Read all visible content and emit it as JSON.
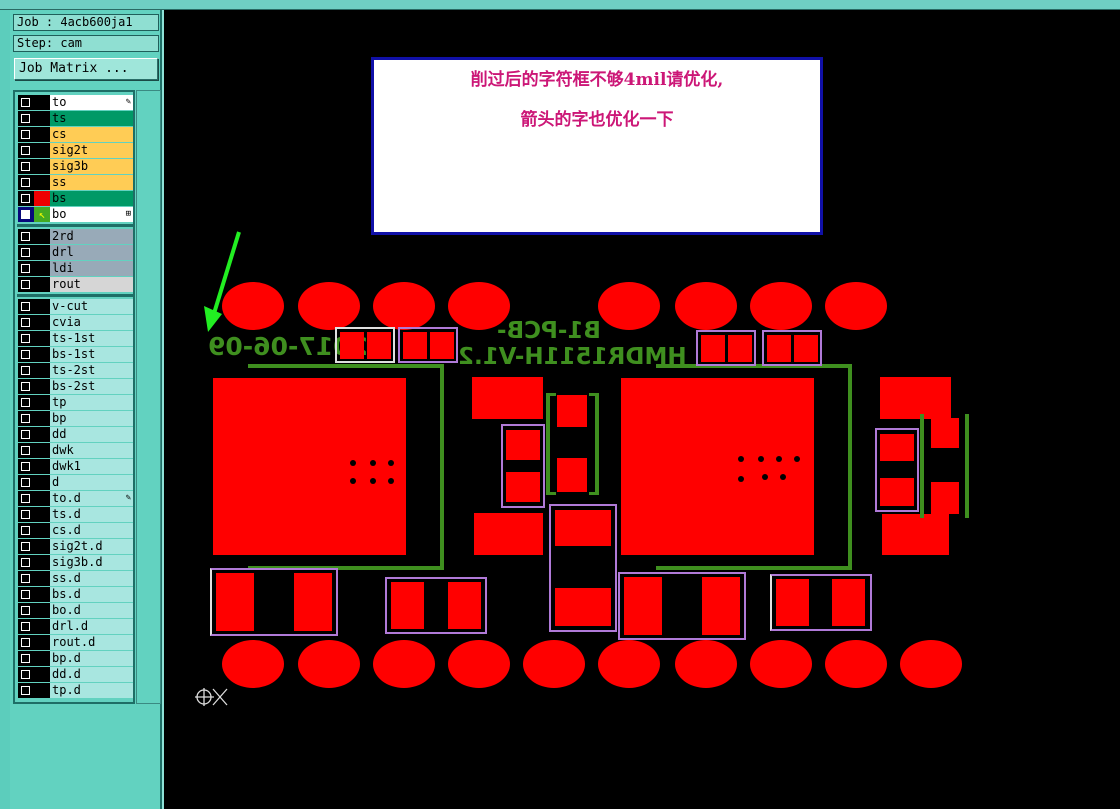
{
  "job_label": "Job : 4acb600ja1",
  "step_label": "Step: cam",
  "job_matrix_button": "Job Matrix ...",
  "layers": [
    {
      "name": "to",
      "color": "#ffffff",
      "mark": "✎"
    },
    {
      "name": "ts",
      "color": "#009966"
    },
    {
      "name": "cs",
      "color": "#ffcc55"
    },
    {
      "name": "sig2t",
      "color": "#ffcc55"
    },
    {
      "name": "sig3b",
      "color": "#ffcc55"
    },
    {
      "name": "ss",
      "color": "#ffcc55"
    },
    {
      "name": "bs",
      "color": "#009966",
      "visible_color": "red"
    },
    {
      "name": "bo",
      "color": "#ffffff",
      "selected": true,
      "mark": "⊞"
    },
    {
      "name": "2rd",
      "color": "#98aab8"
    },
    {
      "name": "drl",
      "color": "#98aab8"
    },
    {
      "name": "ldi",
      "color": "#98aab8"
    },
    {
      "name": "rout",
      "color": "#d6d6d6"
    },
    {
      "name": "v-cut",
      "color": "#a8e6e0"
    },
    {
      "name": "cvia",
      "color": "#a8e6e0"
    },
    {
      "name": "ts-1st",
      "color": "#a8e6e0"
    },
    {
      "name": "bs-1st",
      "color": "#a8e6e0"
    },
    {
      "name": "ts-2st",
      "color": "#a8e6e0"
    },
    {
      "name": "bs-2st",
      "color": "#a8e6e0"
    },
    {
      "name": "tp",
      "color": "#a8e6e0"
    },
    {
      "name": "bp",
      "color": "#a8e6e0"
    },
    {
      "name": "dd",
      "color": "#a8e6e0"
    },
    {
      "name": "dwk",
      "color": "#a8e6e0"
    },
    {
      "name": "dwk1",
      "color": "#a8e6e0"
    },
    {
      "name": "d",
      "color": "#a8e6e0"
    },
    {
      "name": "to.d",
      "color": "#a8e6e0",
      "mark": "✎"
    },
    {
      "name": "ts.d",
      "color": "#a8e6e0"
    },
    {
      "name": "cs.d",
      "color": "#a8e6e0"
    },
    {
      "name": "sig2t.d",
      "color": "#a8e6e0"
    },
    {
      "name": "sig3b.d",
      "color": "#a8e6e0"
    },
    {
      "name": "ss.d",
      "color": "#a8e6e0"
    },
    {
      "name": "bs.d",
      "color": "#a8e6e0"
    },
    {
      "name": "bo.d",
      "color": "#a8e6e0"
    },
    {
      "name": "drl.d",
      "color": "#a8e6e0"
    },
    {
      "name": "rout.d",
      "color": "#a8e6e0"
    },
    {
      "name": "bp.d",
      "color": "#a8e6e0"
    },
    {
      "name": "dd.d",
      "color": "#a8e6e0"
    },
    {
      "name": "tp.d",
      "color": "#a8e6e0"
    }
  ],
  "note": {
    "line1": "削过后的字符框不够4mil请优化,",
    "line2": "箭头的字也优化一下"
  },
  "silkscreen": {
    "date_text": "2017-06-09",
    "board_text1": "B1-PCB-",
    "board_text2": "HMDR1511H-V1.2"
  },
  "colors": {
    "pad": "#ff0000",
    "silk": "#3f8f1f",
    "outline": "#b07ad8",
    "note_text": "#cc1777",
    "note_border": "#1010a8",
    "arrow": "#22ee22"
  }
}
